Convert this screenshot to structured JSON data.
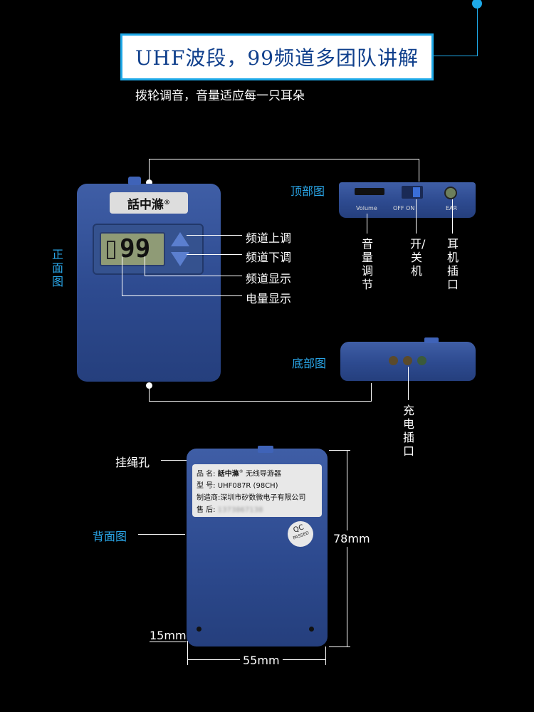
{
  "banner": {
    "title": "UHF波段，99频道多团队讲解"
  },
  "subtitle": "拨轮调音，音量适应每一只耳朵",
  "front": {
    "side_label": "正面图",
    "logo_text": "話中滌",
    "logo_mark": "®",
    "display_digits": "99",
    "callouts": {
      "ch_up": "频道上调",
      "ch_down": "频道下调",
      "ch_display": "频道显示",
      "battery": "电量显示"
    }
  },
  "top": {
    "title": "顶部图",
    "device_labels": {
      "volume": "Volume",
      "switch": "OFF ON",
      "ear": "EAR"
    },
    "callouts": {
      "volume": "音量调节",
      "power": "开/关机",
      "earphone": "耳机插口"
    }
  },
  "bottom": {
    "title": "底部图",
    "callouts": {
      "charge": "充电插口"
    }
  },
  "back": {
    "side_label": "背面图",
    "lanyard": "挂绳孔",
    "label_rows": [
      {
        "key": "品  名:",
        "brand": "話中滌",
        "value": "无线导游器"
      },
      {
        "key": "型  号:",
        "value": "UHF087R  (98CH)"
      },
      {
        "key": "制造商:",
        "value": "深圳市矽数微电子有限公司"
      },
      {
        "key": "售  后:",
        "value": "1373867138"
      }
    ],
    "qc_top": "QC",
    "qc_bottom": "PASSED",
    "dim_height": "78mm",
    "dim_width": "55mm",
    "dim_depth": "15mm"
  },
  "colors": {
    "accent": "#1ea9e8",
    "device": "#2d4a8f",
    "banner_text": "#0f3f8c"
  }
}
